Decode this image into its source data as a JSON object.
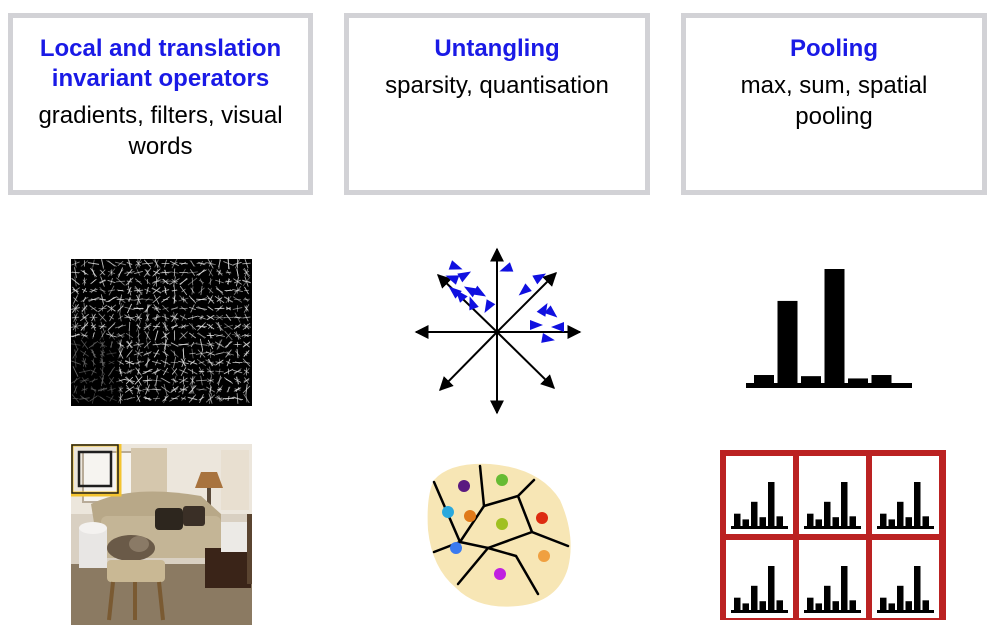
{
  "columns": [
    {
      "title": "Local and translation invariant operators",
      "description": "gradients, filters, visual words"
    },
    {
      "title": "Untangling",
      "description": "sparsity, quantisation"
    },
    {
      "title": "Pooling",
      "description": "max, sum, spatial pooling"
    }
  ],
  "colors": {
    "title": "#1a1ae6",
    "box_border": "#d2d2d6",
    "arrow_points": "#1010e0",
    "region_fill": "#f7e6b5",
    "grid_frame": "#bb2222",
    "patch_highlight": "#f4c430"
  },
  "histogram": {
    "values": [
      0.07,
      0.72,
      0.06,
      1.0,
      0.04,
      0.07
    ]
  },
  "mini_histograms": {
    "values": [
      0.28,
      0.15,
      0.55,
      0.2,
      1.0,
      0.22
    ]
  },
  "cluster_dots": [
    {
      "color": "#5a1a80"
    },
    {
      "color": "#66bb33"
    },
    {
      "color": "#2aa8dd"
    },
    {
      "color": "#e07a1a"
    },
    {
      "color": "#a0c020"
    },
    {
      "color": "#dd2b10"
    },
    {
      "color": "#3a7af0"
    },
    {
      "color": "#f0a040"
    },
    {
      "color": "#c020e0"
    }
  ]
}
